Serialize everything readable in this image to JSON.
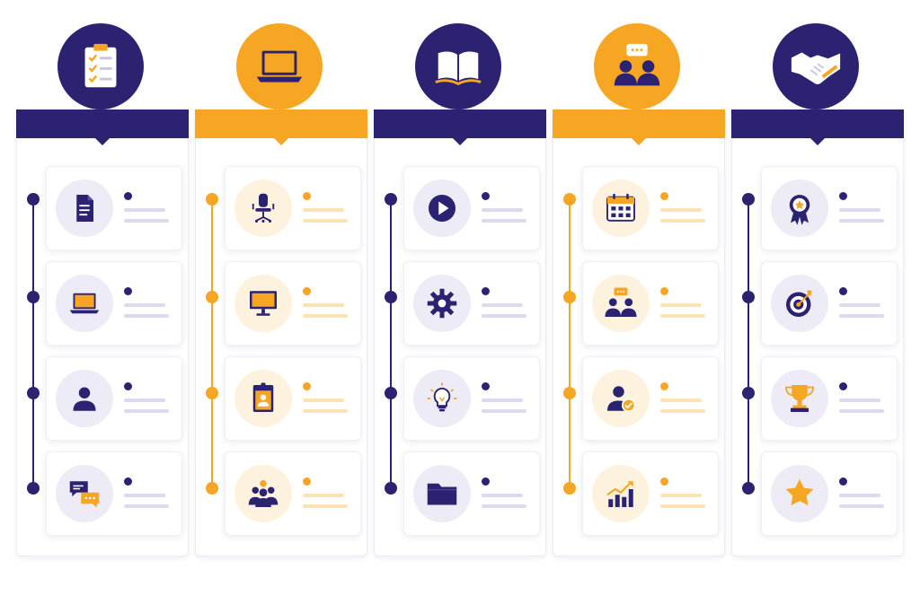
{
  "colors": {
    "navy": "#2b2272",
    "orange": "#f6a623",
    "navy_tint": "#ecebf6",
    "orange_tint": "#fdf2dd",
    "navy_line": "#dcdaee",
    "orange_line": "#fde3b3"
  },
  "columns": [
    {
      "theme": "navy",
      "header_icon": "clipboard-checklist-icon",
      "steps": [
        {
          "icon": "document-icon"
        },
        {
          "icon": "laptop-icon"
        },
        {
          "icon": "user-icon"
        },
        {
          "icon": "chat-bubbles-icon"
        }
      ]
    },
    {
      "theme": "orange",
      "header_icon": "laptop-icon",
      "steps": [
        {
          "icon": "office-chair-icon"
        },
        {
          "icon": "monitor-icon"
        },
        {
          "icon": "id-badge-icon"
        },
        {
          "icon": "team-group-icon"
        }
      ]
    },
    {
      "theme": "navy",
      "header_icon": "open-book-icon",
      "steps": [
        {
          "icon": "play-button-icon"
        },
        {
          "icon": "gear-icon"
        },
        {
          "icon": "lightbulb-icon"
        },
        {
          "icon": "folder-icon"
        }
      ]
    },
    {
      "theme": "orange",
      "header_icon": "discussion-people-icon",
      "steps": [
        {
          "icon": "calendar-icon"
        },
        {
          "icon": "meeting-people-icon"
        },
        {
          "icon": "user-check-icon"
        },
        {
          "icon": "growth-chart-icon"
        }
      ]
    },
    {
      "theme": "navy",
      "header_icon": "handshake-icon",
      "steps": [
        {
          "icon": "award-ribbon-icon"
        },
        {
          "icon": "target-icon"
        },
        {
          "icon": "trophy-icon"
        },
        {
          "icon": "star-icon"
        }
      ]
    }
  ]
}
